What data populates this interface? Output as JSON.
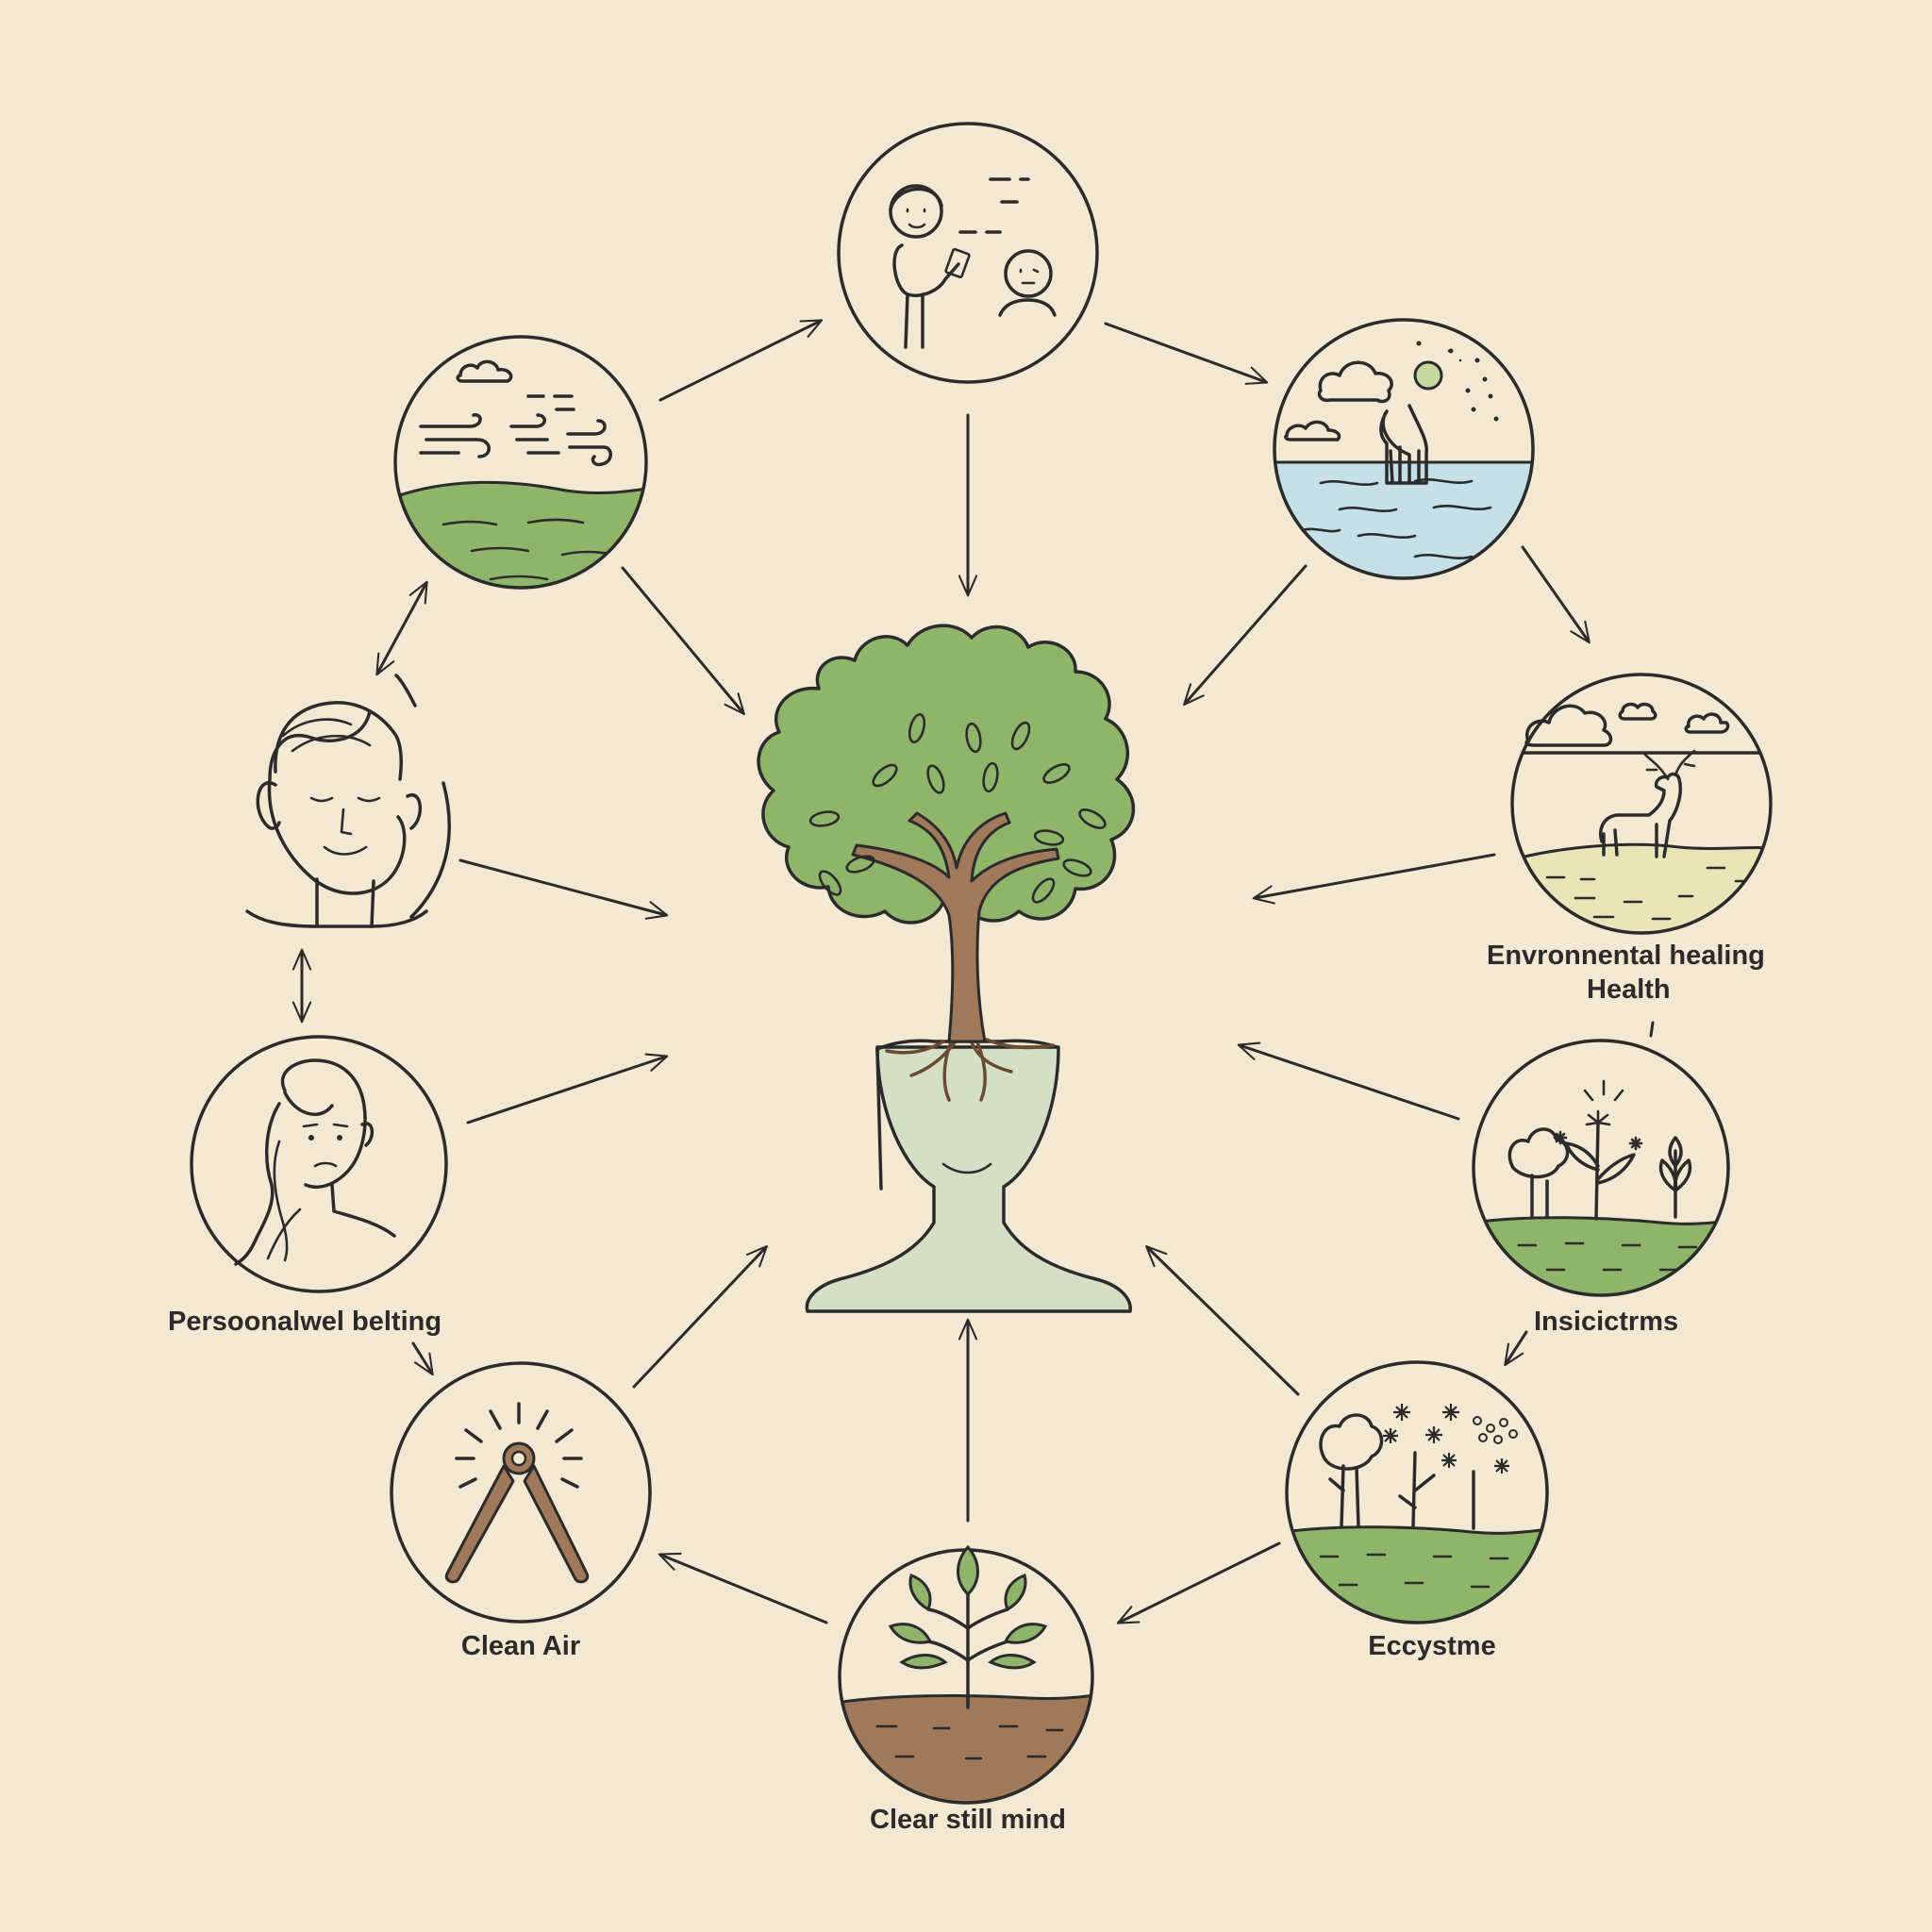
{
  "labels": {
    "environmental_healing": "Envronnental healing",
    "health": "Health",
    "insights": "Insicictrms",
    "personal_wellbeing": "Persoonalwel belting",
    "clean_air": "Clean Air",
    "ecosystem": "Eccystme",
    "clear_mind": "Clear still mind"
  },
  "nodes": [
    {
      "id": "communication",
      "icon": "two-people-talking-icon"
    },
    {
      "id": "wind",
      "icon": "wind-over-field-icon"
    },
    {
      "id": "water",
      "icon": "ocean-landscape-icon"
    },
    {
      "id": "calm-face",
      "icon": "calm-face-icon"
    },
    {
      "id": "deer",
      "icon": "deer-landscape-icon"
    },
    {
      "id": "woman",
      "icon": "thoughtful-woman-icon"
    },
    {
      "id": "plants",
      "icon": "plants-sun-icon"
    },
    {
      "id": "clean-air",
      "icon": "tool-sun-icon"
    },
    {
      "id": "ecosystem",
      "icon": "garden-flowers-icon"
    },
    {
      "id": "sprout",
      "icon": "sprout-soil-icon"
    },
    {
      "id": "center",
      "icon": "tree-growing-from-head-icon"
    }
  ],
  "colors": {
    "background": "#f3e9d3",
    "line": "#2b2b2b",
    "leaf_green": "#8fb56a",
    "trunk_brown": "#a0785a",
    "water_blue": "#c5e0e6",
    "head_sage": "#d5dfc6"
  }
}
